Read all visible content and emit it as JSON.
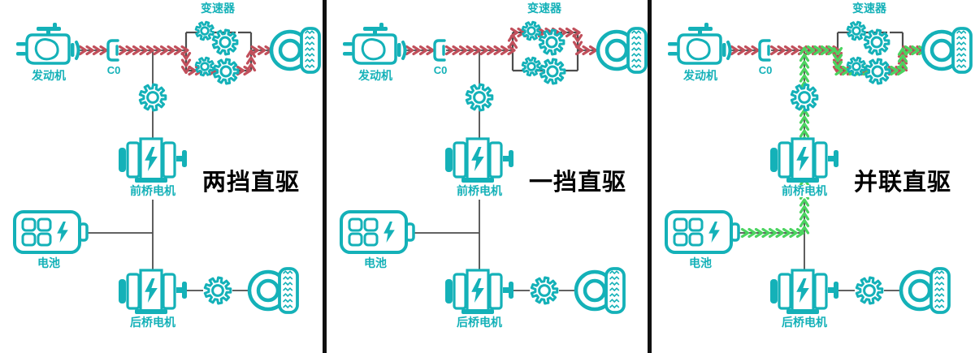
{
  "colors": {
    "teal": "#14b1b8",
    "red": "#c14f5b",
    "green": "#4bd45f",
    "line_gray": "#4d4d4d",
    "divider_black": "#101010",
    "title_black": "#000000",
    "background": "#ffffff"
  },
  "labels": {
    "engine": "发动机",
    "clutch": "C0",
    "transmission": "变速器",
    "front_motor": "前桥电机",
    "battery": "电池",
    "rear_motor": "后桥电机"
  },
  "panels": [
    {
      "title": "两挡直驱",
      "engine_flow": true,
      "engine_gear": 2,
      "battery_flow": false
    },
    {
      "title": "一挡直驱",
      "engine_flow": true,
      "engine_gear": 1,
      "battery_flow": false
    },
    {
      "title": "并联直驱",
      "engine_flow": true,
      "engine_gear": 2,
      "battery_flow": true
    }
  ]
}
